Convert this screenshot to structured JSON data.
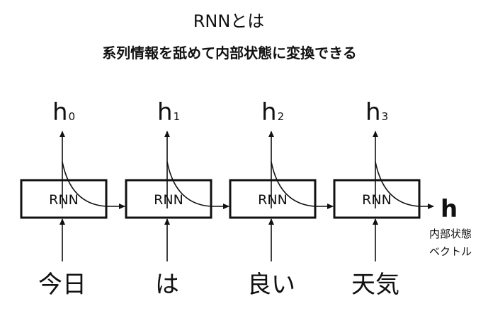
{
  "title": "RNNとは",
  "subtitle": "系列情報を舐めて内部状態に変換できる",
  "cells": [
    {
      "label": "RNN",
      "hidden_base": "h",
      "hidden_sub": "0",
      "input": "今日"
    },
    {
      "label": "RNN",
      "hidden_base": "h",
      "hidden_sub": "1",
      "input": "は"
    },
    {
      "label": "RNN",
      "hidden_base": "h",
      "hidden_sub": "2",
      "input": "良い"
    },
    {
      "label": "RNN",
      "hidden_base": "h",
      "hidden_sub": "3",
      "input": "天気"
    }
  ],
  "final_output": {
    "symbol": "h",
    "caption_line1": "内部状態",
    "caption_line2": "ベクトル"
  }
}
